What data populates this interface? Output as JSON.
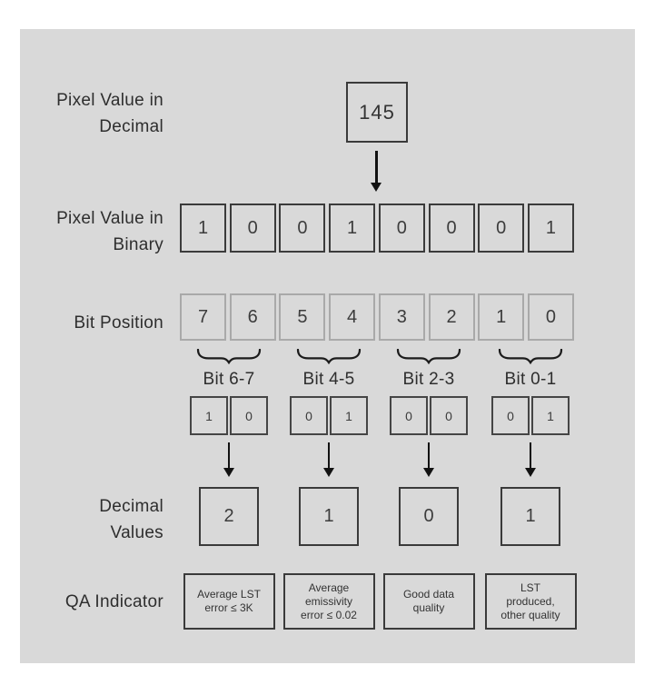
{
  "colors": {
    "panel_bg": "#d9d9d9",
    "box_border_dark": "#3a3a3a",
    "box_border_light": "#a9a9a9",
    "text": "#2e2e2e",
    "arrow": "#121212"
  },
  "rows": {
    "decimal": {
      "label_line1": "Pixel Value in",
      "label_line2": "Decimal",
      "value": "145"
    },
    "binary": {
      "label_line1": "Pixel Value in",
      "label_line2": "Binary",
      "bits": [
        "1",
        "0",
        "0",
        "1",
        "0",
        "0",
        "0",
        "1"
      ]
    },
    "bit_position": {
      "label": "Bit Position",
      "positions": [
        "7",
        "6",
        "5",
        "4",
        "3",
        "2",
        "1",
        "0"
      ]
    },
    "decimal_values": {
      "label_line1": "Decimal",
      "label_line2": "Values"
    },
    "qa": {
      "label": "QA Indicator"
    }
  },
  "groups": [
    {
      "name": "Bit 6-7",
      "bits": [
        "1",
        "0"
      ],
      "decimal": "2",
      "qa_lines": [
        "Average LST",
        "error ≤ 3K"
      ]
    },
    {
      "name": "Bit 4-5",
      "bits": [
        "0",
        "1"
      ],
      "decimal": "1",
      "qa_lines": [
        "Average",
        "emissivity",
        "error ≤ 0.02"
      ]
    },
    {
      "name": "Bit 2-3",
      "bits": [
        "0",
        "0"
      ],
      "decimal": "0",
      "qa_lines": [
        "Good data",
        "quality"
      ]
    },
    {
      "name": "Bit 0-1",
      "bits": [
        "0",
        "1"
      ],
      "decimal": "1",
      "qa_lines": [
        "LST",
        "produced,",
        "other quality"
      ]
    }
  ]
}
